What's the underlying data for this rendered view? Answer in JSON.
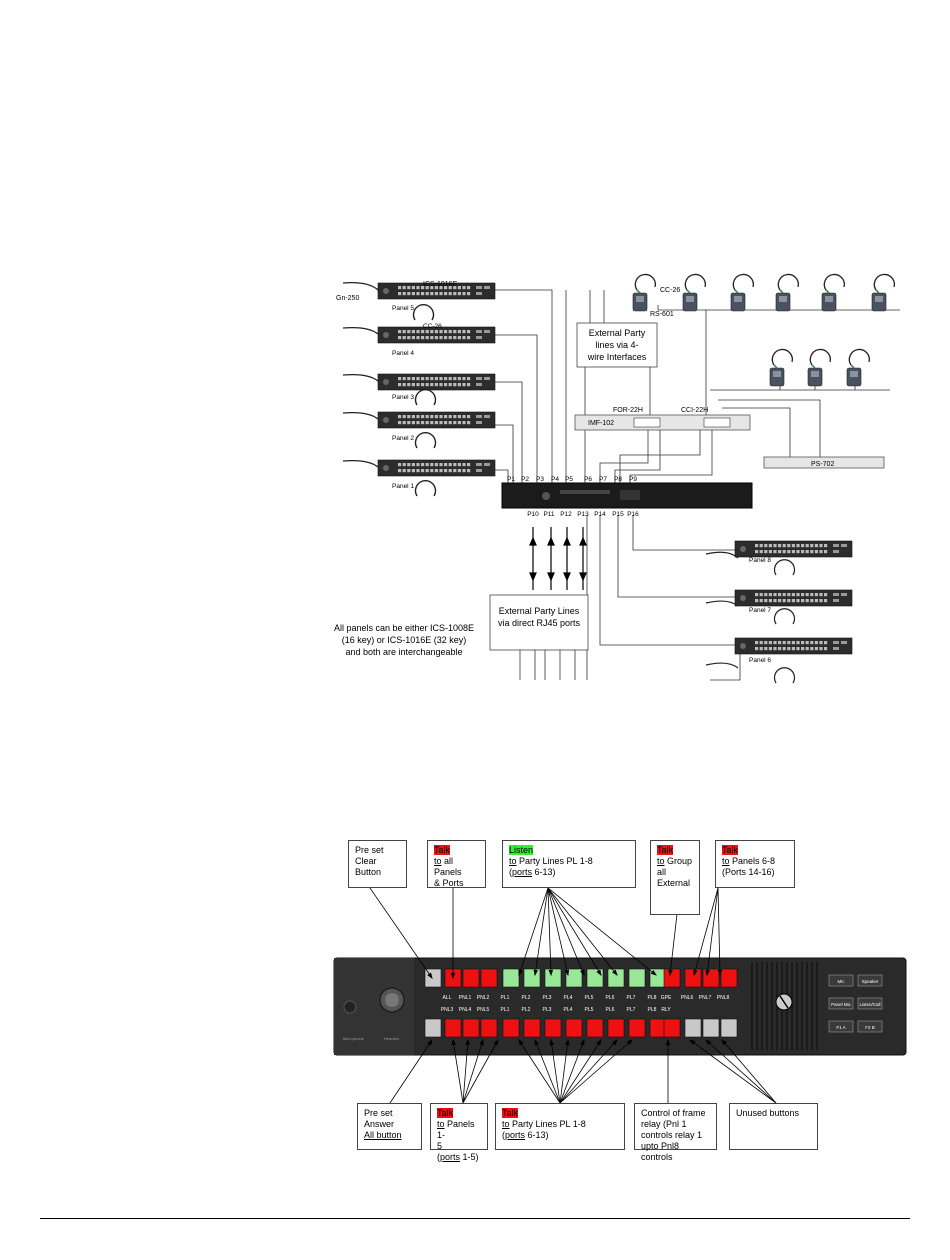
{
  "system": {
    "master": {
      "label": "ICS-1016E"
    },
    "mic": {
      "label": "Gn-250"
    },
    "panels": [
      "Panel 5",
      "Panel 4",
      "Panel 3",
      "Panel 2",
      "Panel 1"
    ],
    "headset_label": "CC-26",
    "ports_top": [
      "P1",
      "P2",
      "P3",
      "P4",
      "P5",
      "P6",
      "P7",
      "P8",
      "P9"
    ],
    "ports_bottom": [
      "P10",
      "P11",
      "P12",
      "P13",
      "P14",
      "P15",
      "P16"
    ],
    "beltpack_headset": "CC-26",
    "beltpack_model": "RS-601",
    "ext4wire": [
      "External Party",
      "lines via  4-",
      "wire Interfaces"
    ],
    "imf": "IMF-102",
    "for22h": "FOR-22H",
    "cci22h": "CCI-22H",
    "ps": "PS-702",
    "extrj45": [
      "External Party Lines",
      "via direct RJ45 ports"
    ],
    "note": [
      "All panels can be either ICS-1008E",
      "(16 key) or ICS-1016E (32 key)",
      "and both are interchangeable"
    ],
    "panels_right": [
      "Panel 8",
      "Panel 7",
      "Panel 6"
    ]
  },
  "panel_callouts": {
    "preset_clear": [
      "Pre set",
      "Clear",
      "Button"
    ],
    "talk_all": {
      "tag": "Talk",
      "prefix": "to",
      "rest": " all Panels",
      "line2": "& Ports"
    },
    "listen_pl": {
      "tag": "Listen",
      "prefix": "to",
      "rest": " Party Lines PL 1-8",
      "line2_u": "ports",
      "line2_rest": " 6-13)"
    },
    "talk_group": {
      "tag": "Talk",
      "prefix": "to",
      "rest": " Group",
      "line2": "all",
      "line3": "External"
    },
    "talk_panels68": {
      "tag": "Talk",
      "prefix": "to",
      "rest": " Panels 6-8",
      "line2": "(Ports 14-16)"
    },
    "preset_answer": [
      "Pre set",
      "Answer",
      "All button"
    ],
    "talk_panels15": {
      "tag": "Talk",
      "prefix": "to",
      "rest": " Panels 1-",
      "line2": "5",
      "line3_u": "ports",
      "line3_rest": " 1-5)"
    },
    "talk_pl": {
      "tag": "Talk",
      "prefix": "to",
      "rest": " Party Lines PL 1-8",
      "line2_u": "ports",
      "line2_rest": " 6-13)"
    },
    "relay": [
      "Control of  frame",
      "relay (Pnl 1",
      "controls relay 1",
      "upto Pnl8 controls"
    ],
    "unused": "Unused buttons"
  },
  "front_panel": {
    "top_labels": [
      "ALL",
      "PNL1",
      "PNL2",
      "PL1",
      "PL2",
      "PL3",
      "PL4",
      "PL5",
      "PL6",
      "PL7",
      "PL8",
      "GPE",
      "PNL6",
      "PNL7",
      "PNL8"
    ],
    "bottom_labels": [
      "PNL3",
      "PNL4",
      "PNL5",
      "PL1",
      "PL2",
      "PL3",
      "PL4",
      "PL5",
      "PL6",
      "PL7",
      "PL8",
      "RLY"
    ],
    "side_buttons": [
      "Mic",
      "Speaker",
      "Panel Mic",
      "Listen/Call",
      "F1 A",
      "F2 B"
    ],
    "mic_label": "Microphone",
    "headset_label": "Headset"
  },
  "colors": {
    "talk": "#ee1111",
    "listen": "#99e899",
    "unused": "#c8c8c8",
    "panel": "#2a2a2a"
  }
}
